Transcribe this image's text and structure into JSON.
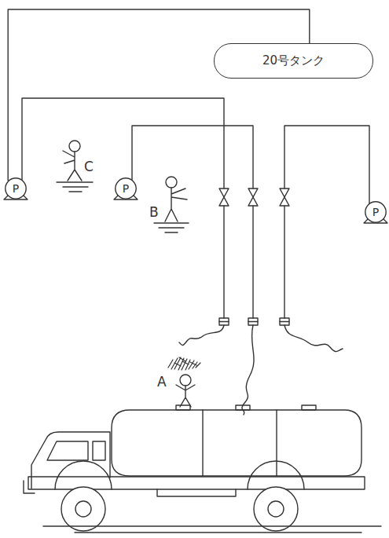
{
  "diagram": {
    "nodes": [
      {
        "text": [
          "20号タンク"
        ]
      },
      {
        "text": [
          "P"
        ]
      },
      {
        "text": [
          "P"
        ]
      },
      {
        "text": [
          "P"
        ]
      }
    ],
    "edges": [
      {
        "from": 0,
        "to": 1,
        "arrow": "none"
      }
    ],
    "labels": [
      "C",
      "B",
      "A"
    ]
  }
}
